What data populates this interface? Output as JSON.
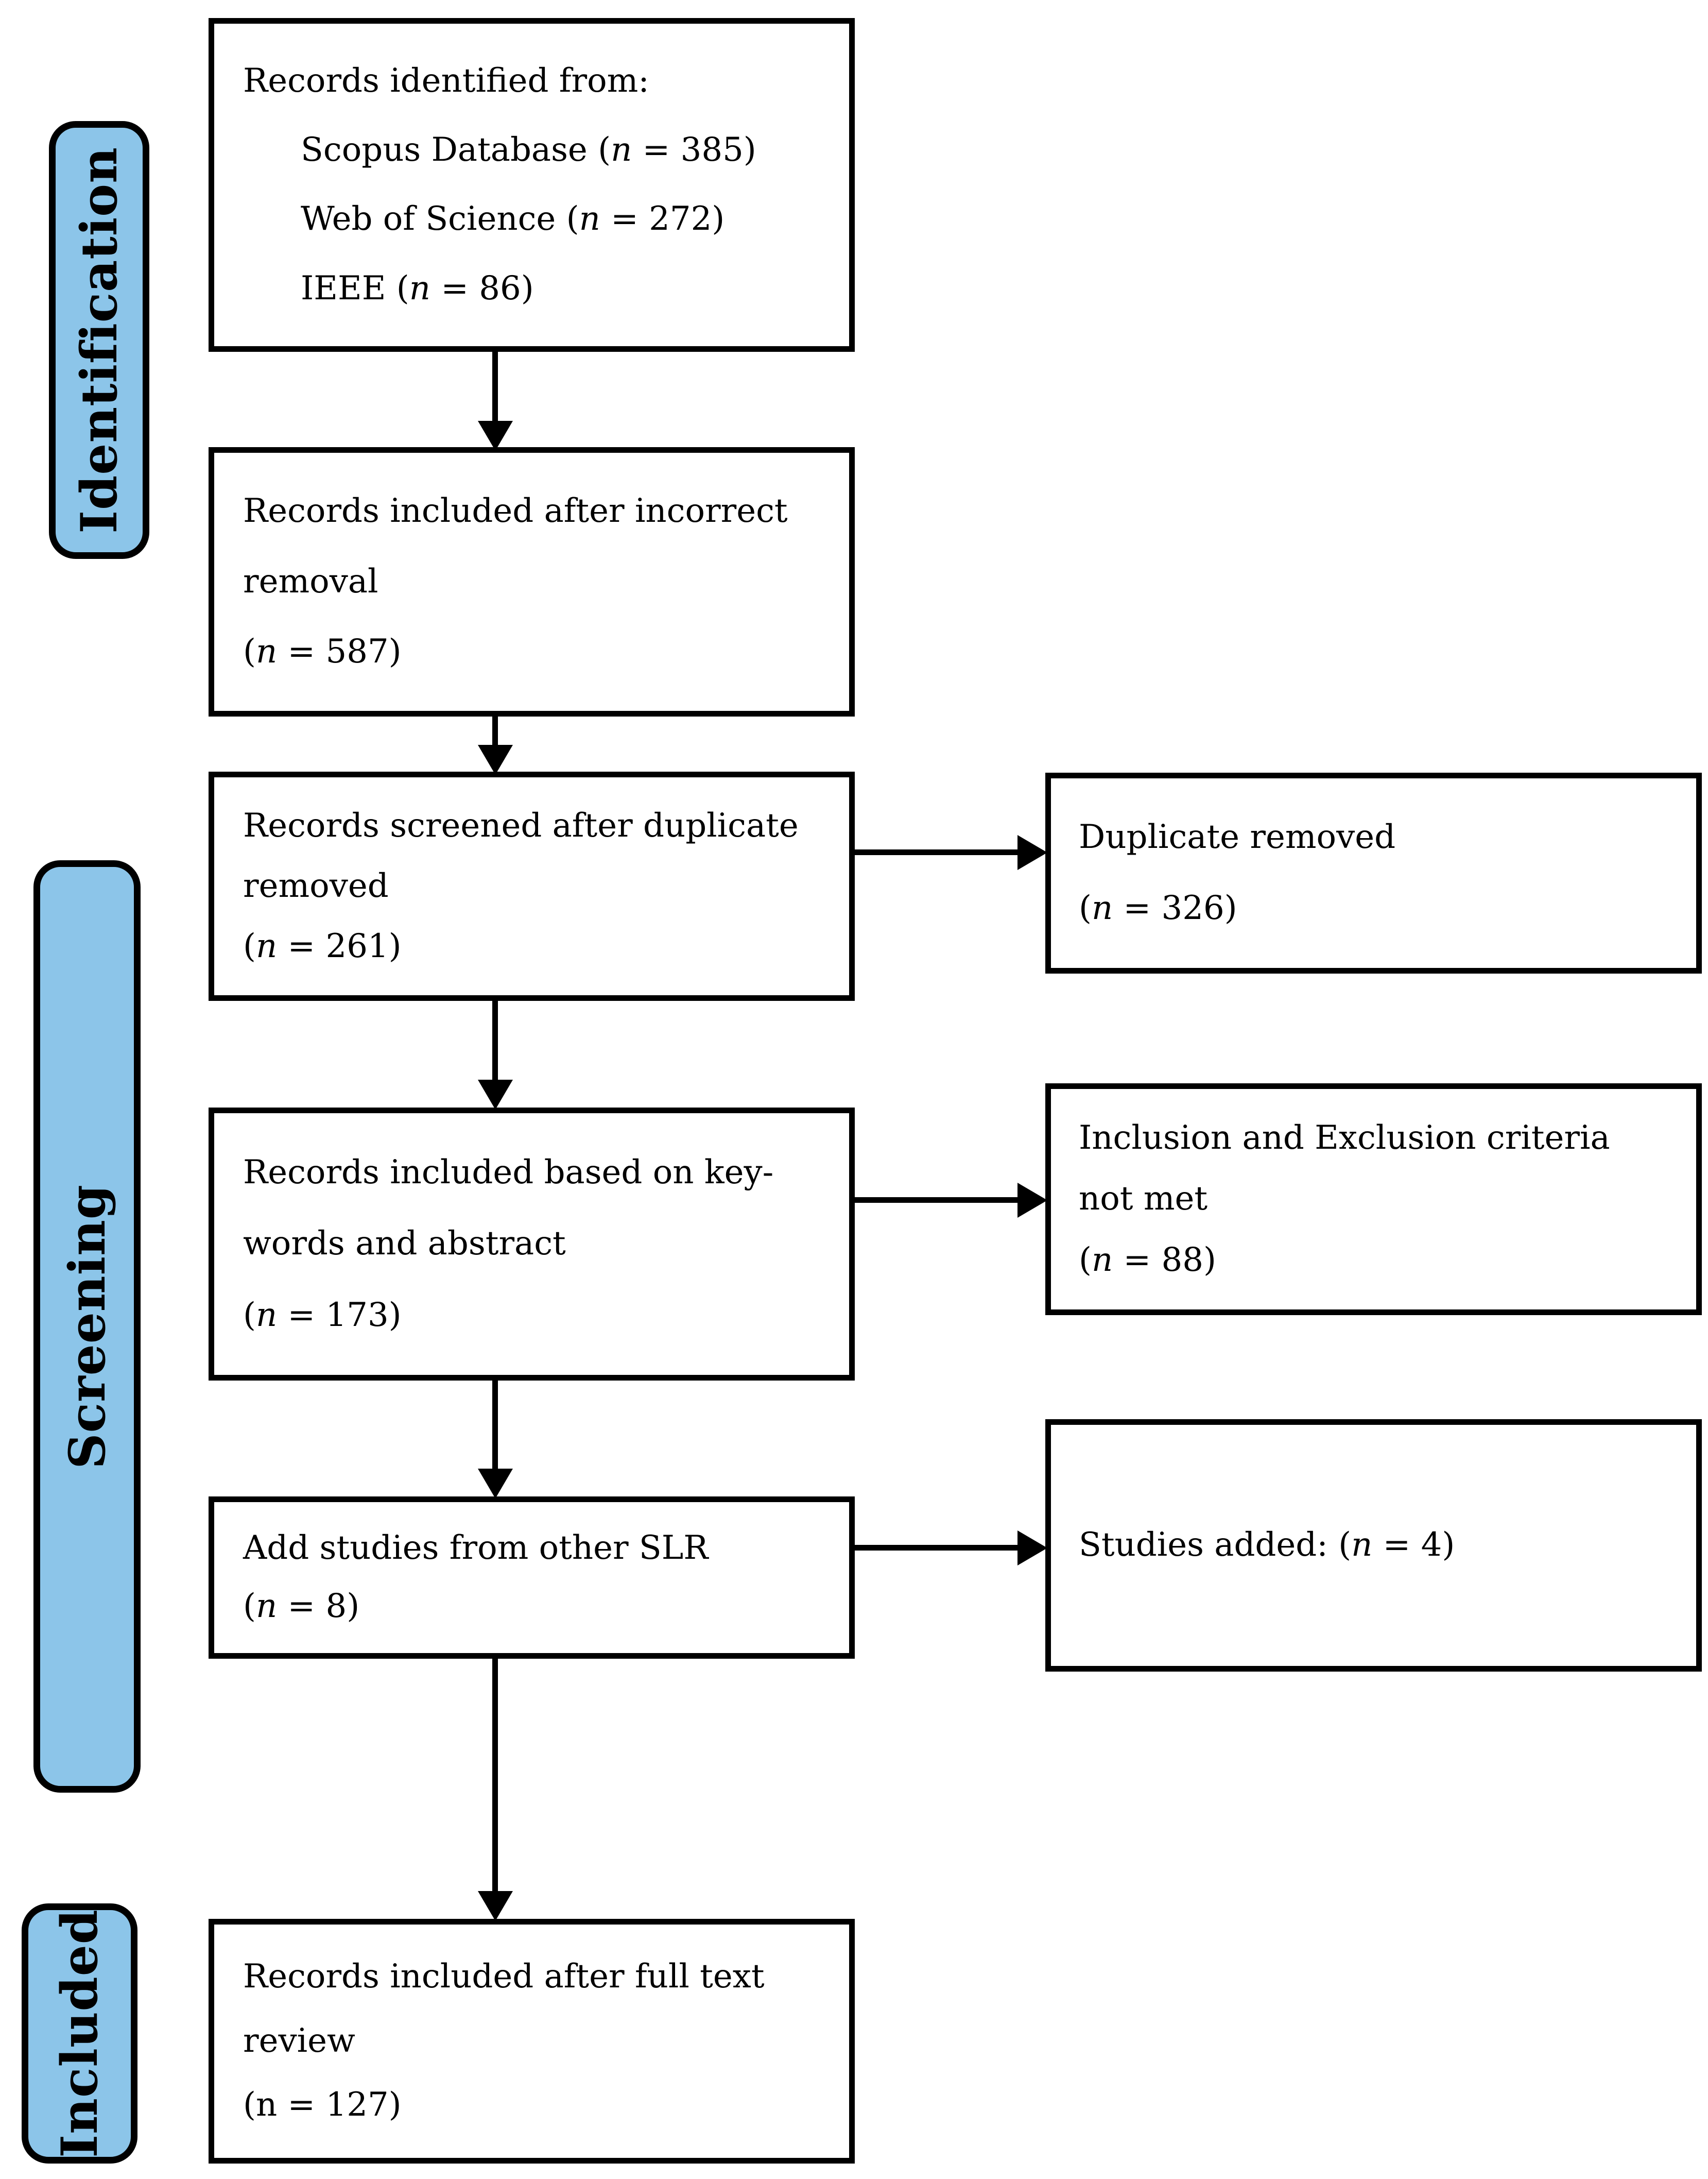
{
  "figure": {
    "type": "prisma-flow-diagram",
    "colors": {
      "stage_fill": "#8cc5e9",
      "line": "#000000",
      "box_fill": "#ffffff",
      "background": "#ffffff"
    },
    "stages": [
      {
        "id": "identification",
        "label": "Identification"
      },
      {
        "id": "screening",
        "label": "Screening"
      },
      {
        "id": "included",
        "label": "Included"
      }
    ],
    "flow_boxes": [
      {
        "id": "records-identified",
        "lines": [
          [
            {
              "t": "Records identified from:"
            }
          ],
          [
            {
              "t": "Scopus Database ("
            },
            {
              "t": "n",
              "i": true
            },
            {
              "t": " = 385)"
            }
          ],
          [
            {
              "t": "Web of Science ("
            },
            {
              "t": "n",
              "i": true
            },
            {
              "t": " = 272)"
            }
          ],
          [
            {
              "t": "IEEE ("
            },
            {
              "t": "n",
              "i": true
            },
            {
              "t": " = 86)"
            }
          ]
        ]
      },
      {
        "id": "records-after-incorrect-removal",
        "lines": [
          [
            {
              "t": "Records included after incorrect"
            }
          ],
          [
            {
              "t": "removal"
            }
          ],
          [
            {
              "t": "("
            },
            {
              "t": "n",
              "i": true
            },
            {
              "t": " = 587)"
            }
          ]
        ]
      },
      {
        "id": "records-screened-after-duplicate",
        "lines": [
          [
            {
              "t": "Records screened after duplicate"
            }
          ],
          [
            {
              "t": "removed"
            }
          ],
          [
            {
              "t": "("
            },
            {
              "t": "n",
              "i": true
            },
            {
              "t": " = 261)"
            }
          ]
        ]
      },
      {
        "id": "records-included-keywords-abstract",
        "lines": [
          [
            {
              "t": "Records included based on key-"
            }
          ],
          [
            {
              "t": "words and abstract"
            }
          ],
          [
            {
              "t": "("
            },
            {
              "t": "n",
              "i": true
            },
            {
              "t": " = 173)"
            }
          ]
        ]
      },
      {
        "id": "add-studies-other-slr",
        "lines": [
          [
            {
              "t": "Add studies from other SLR"
            }
          ],
          [
            {
              "t": "("
            },
            {
              "t": "n",
              "i": true
            },
            {
              "t": " = 8)"
            }
          ]
        ]
      },
      {
        "id": "records-included-full-text",
        "lines": [
          [
            {
              "t": "Records included after full text"
            }
          ],
          [
            {
              "t": "review"
            }
          ],
          [
            {
              "t": "(n = 127)"
            }
          ]
        ]
      }
    ],
    "side_boxes": [
      {
        "id": "duplicate-removed",
        "lines": [
          [
            {
              "t": "Duplicate removed"
            }
          ],
          [
            {
              "t": "("
            },
            {
              "t": "n",
              "i": true
            },
            {
              "t": " = 326)"
            }
          ]
        ]
      },
      {
        "id": "criteria-not-met",
        "lines": [
          [
            {
              "t": "Inclusion and Exclusion criteria"
            }
          ],
          [
            {
              "t": "not met"
            }
          ],
          [
            {
              "t": "("
            },
            {
              "t": "n",
              "i": true
            },
            {
              "t": " = 88)"
            }
          ]
        ]
      },
      {
        "id": "studies-added",
        "lines": [
          [
            {
              "t": "Studies added: ("
            },
            {
              "t": "n",
              "i": true
            },
            {
              "t": " = 4)"
            }
          ]
        ]
      }
    ],
    "connections": [
      {
        "from": "records-identified",
        "to": "records-after-incorrect-removal",
        "direction": "down"
      },
      {
        "from": "records-after-incorrect-removal",
        "to": "records-screened-after-duplicate",
        "direction": "down"
      },
      {
        "from": "records-screened-after-duplicate",
        "to": "duplicate-removed",
        "direction": "right"
      },
      {
        "from": "records-screened-after-duplicate",
        "to": "records-included-keywords-abstract",
        "direction": "down"
      },
      {
        "from": "records-included-keywords-abstract",
        "to": "criteria-not-met",
        "direction": "right"
      },
      {
        "from": "records-included-keywords-abstract",
        "to": "add-studies-other-slr",
        "direction": "down"
      },
      {
        "from": "add-studies-other-slr",
        "to": "studies-added",
        "direction": "right"
      },
      {
        "from": "add-studies-other-slr",
        "to": "records-included-full-text",
        "direction": "down"
      }
    ]
  }
}
